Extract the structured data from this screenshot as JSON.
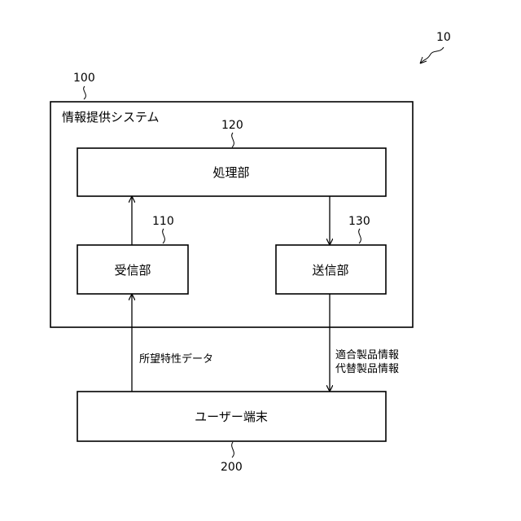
{
  "figure_ref": "10",
  "system": {
    "ref": "100",
    "title": "情報提供システム"
  },
  "processing": {
    "ref": "120",
    "label": "処理部"
  },
  "receiver": {
    "ref": "110",
    "label": "受信部"
  },
  "transmitter": {
    "ref": "130",
    "label": "送信部"
  },
  "terminal": {
    "ref": "200",
    "label": "ユーザー端末"
  },
  "flows": {
    "to_system": "所望特性データ",
    "to_terminal_line1": "適合製品情報",
    "to_terminal_line2": "代替製品情報"
  }
}
